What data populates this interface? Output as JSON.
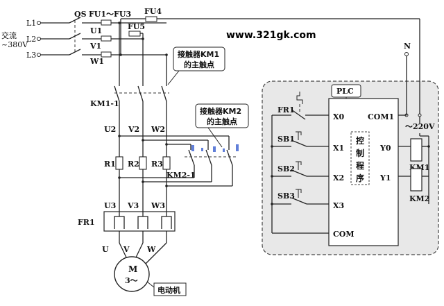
{
  "colors": {
    "panel": "#e8e8e8",
    "line": "#222222",
    "watermark_dots": "#3a5fd0"
  },
  "watermark": "www.321gk.com",
  "supply": {
    "label_ac": "交流",
    "label_voltage": "~380V",
    "lines": [
      "L1",
      "L2",
      "L3"
    ],
    "switch": "QS",
    "fuse_main": "FU1～FU3",
    "fuse_4": "FU4",
    "fuse_5": "FU5",
    "phases_1": [
      "U1",
      "V1",
      "W1"
    ]
  },
  "km1": {
    "callout": [
      "接触器KM1",
      "的主触点"
    ],
    "label": "KM1-1"
  },
  "km2": {
    "callout": [
      "接触器KM2",
      "的主触点"
    ],
    "label": "KM2-1"
  },
  "phases_2": [
    "U2",
    "V2",
    "W2"
  ],
  "resistors": [
    "R1",
    "R2",
    "R3"
  ],
  "phases_3": [
    "U3",
    "V3",
    "W3"
  ],
  "relay": "FR1",
  "motor_terminals": [
    "U",
    "V",
    "W"
  ],
  "motor": {
    "line1": "M",
    "line2": "3～",
    "label": "电动机"
  },
  "plc": {
    "title": "PLC",
    "n_label": "N",
    "voltage": "～220V",
    "inputs": [
      {
        "device": "FR1",
        "terminal": "X0"
      },
      {
        "device": "SB1",
        "terminal": "X1"
      },
      {
        "device": "SB2",
        "terminal": "X2"
      },
      {
        "device": "SB3",
        "terminal": "X3"
      }
    ],
    "com_in": "COM",
    "com_out": "COM1",
    "outputs": [
      {
        "terminal": "Y0",
        "coil": "KM1"
      },
      {
        "terminal": "Y1",
        "coil": "KM2"
      }
    ],
    "program": [
      "控",
      "制",
      "程",
      "序"
    ]
  }
}
